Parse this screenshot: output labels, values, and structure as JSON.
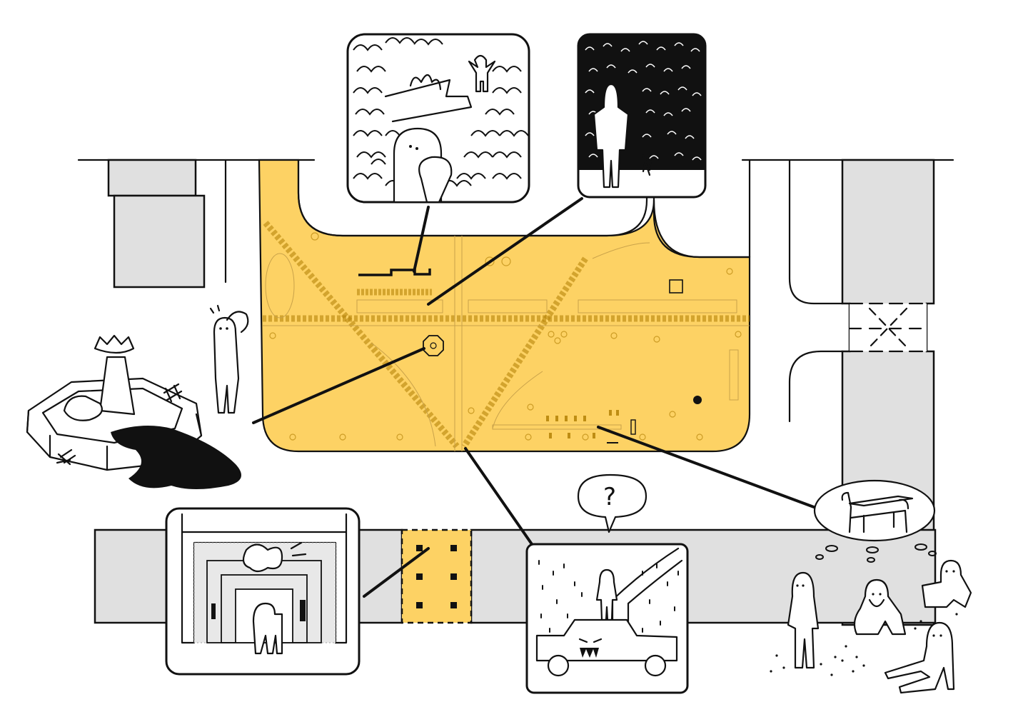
{
  "speech_bubble": {
    "text": "?"
  },
  "colors": {
    "plaza": "#fdd264",
    "building": "#e0e0e0",
    "ink": "#111111",
    "background": "#ffffff"
  },
  "vignettes": [
    {
      "id": "hidden-figure-in-bushes",
      "icon": "hiding-figure"
    },
    {
      "id": "stranger-in-foliage",
      "icon": "standing-figure"
    },
    {
      "id": "dark-underpass",
      "icon": "arch-passage"
    },
    {
      "id": "streetlight-and-car",
      "icon": "car-with-teeth"
    },
    {
      "id": "bench",
      "icon": "bench-icon"
    }
  ]
}
